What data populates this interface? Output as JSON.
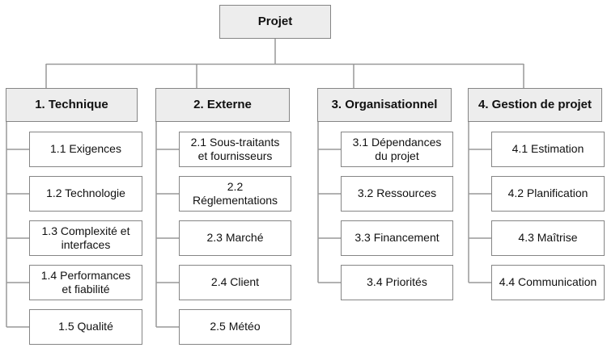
{
  "root": {
    "label": "Projet"
  },
  "columns": [
    {
      "label": "1. Technique",
      "items": [
        {
          "label": "1.1 Exigences"
        },
        {
          "label": "1.2 Technologie"
        },
        {
          "label": "1.3 Complexité et\ninterfaces"
        },
        {
          "label": "1.4 Performances\net fiabilité"
        },
        {
          "label": "1.5 Qualité"
        }
      ]
    },
    {
      "label": "2. Externe",
      "items": [
        {
          "label": "2.1 Sous-traitants\net fournisseurs"
        },
        {
          "label": "2.2\nRéglementations"
        },
        {
          "label": "2.3 Marché"
        },
        {
          "label": "2.4 Client"
        },
        {
          "label": "2.5 Météo"
        }
      ]
    },
    {
      "label": "3. Organisationnel",
      "items": [
        {
          "label": "3.1 Dépendances\ndu projet"
        },
        {
          "label": "3.2 Ressources"
        },
        {
          "label": "3.3 Financement"
        },
        {
          "label": "3.4 Priorités"
        }
      ]
    },
    {
      "label": "4. Gestion de projet",
      "items": [
        {
          "label": "4.1 Estimation"
        },
        {
          "label": "4.2 Planification"
        },
        {
          "label": "4.3 Maîtrise"
        },
        {
          "label": "4.4 Communication"
        }
      ]
    }
  ],
  "colors": {
    "header_fill": "#ededed",
    "box_border": "#858585",
    "connector_line": "#999999",
    "text": "#111111",
    "background": "#ffffff"
  }
}
